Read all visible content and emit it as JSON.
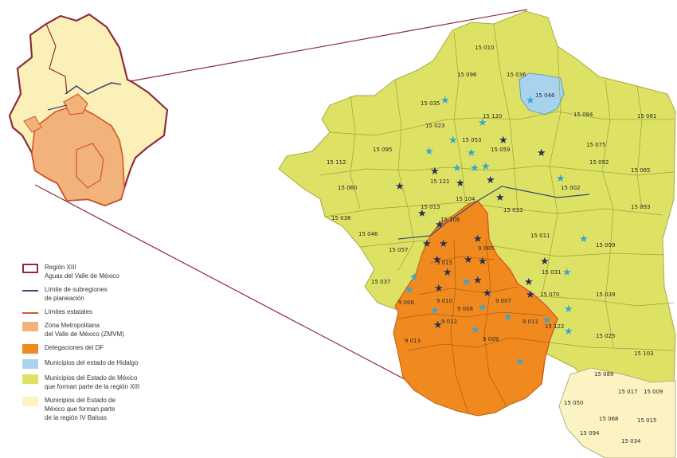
{
  "legend": {
    "region": {
      "line1": "Región XIII",
      "line2": "Aguas del Valle de México"
    },
    "subregion": {
      "line1": "Límite de subregiones",
      "line2": "de planeación"
    },
    "state_limits": "Límites estatales",
    "zmvm": {
      "line1": "Zona Metropolitana",
      "line2": "del Valle de México (ZMVM)"
    },
    "delegaciones": "Delegaciones del DF",
    "hidalgo": "Municipios del estado de Hidalgo",
    "edomex_xiii": {
      "line1": "Municipios del Estado de México",
      "line2": "que forman parte de la región XIII"
    },
    "edomex_balsas": {
      "line1": "Municipios del Estado de",
      "line2": "México que forman parte",
      "line3": "de la región IV Balsas"
    }
  },
  "colors": {
    "region_outline": "#8e2b3a",
    "subregion_line": "#3b4a7a",
    "state_line": "#d9532b",
    "zmvm_fill": "#f2b37a",
    "delegaciones_fill": "#f08a1f",
    "hidalgo_fill": "#a8d3ef",
    "edomex_fill": "#dde164",
    "balsas_fill": "#fbf3c2",
    "overview_light": "#fbf1b8",
    "star_dark": "#27305c",
    "star_light": "#37a5cc"
  },
  "labels": {
    "l1": "15 010",
    "l2": "15 036",
    "l3": "15 096",
    "l4": "15 046",
    "l5": "15 035",
    "l6": "15 120",
    "l7": "15 023",
    "l8": "15 084",
    "l9": "15 061",
    "l10": "15 095",
    "l11": "15 053",
    "l12": "15 059",
    "l13": "15 075",
    "l14": "15 112",
    "l15": "15 092",
    "l16": "15 065",
    "l17": "15 121",
    "l18": "15 060",
    "l19": "15 002",
    "l20": "15 104",
    "l21": "15 033",
    "l22": "15 093",
    "l23": "15 013",
    "l24": "15 038",
    "l25": "15 046",
    "l26": "15 106",
    "l27": "15 011",
    "l28": "15 099",
    "l29": "15 057",
    "l30": "15 037",
    "l31": "9 005",
    "l32": "9 015",
    "l33": "9 006",
    "l34": "9 010",
    "l35": "9 007",
    "l36": "15 031",
    "l37": "15 070",
    "l38": "15 039",
    "l39": "9 008",
    "l40": "9 012",
    "l41": "9 011",
    "l42": "15 122",
    "l43": "15 025",
    "l44": "15 103",
    "l45": "9 013",
    "l46": "9 009",
    "l47": "15 089",
    "l48": "15 017",
    "l49": "15 009",
    "l50": "15 050",
    "l51": "15 015",
    "l52": "15 094",
    "l53": "15 034",
    "l54": "15 068"
  }
}
